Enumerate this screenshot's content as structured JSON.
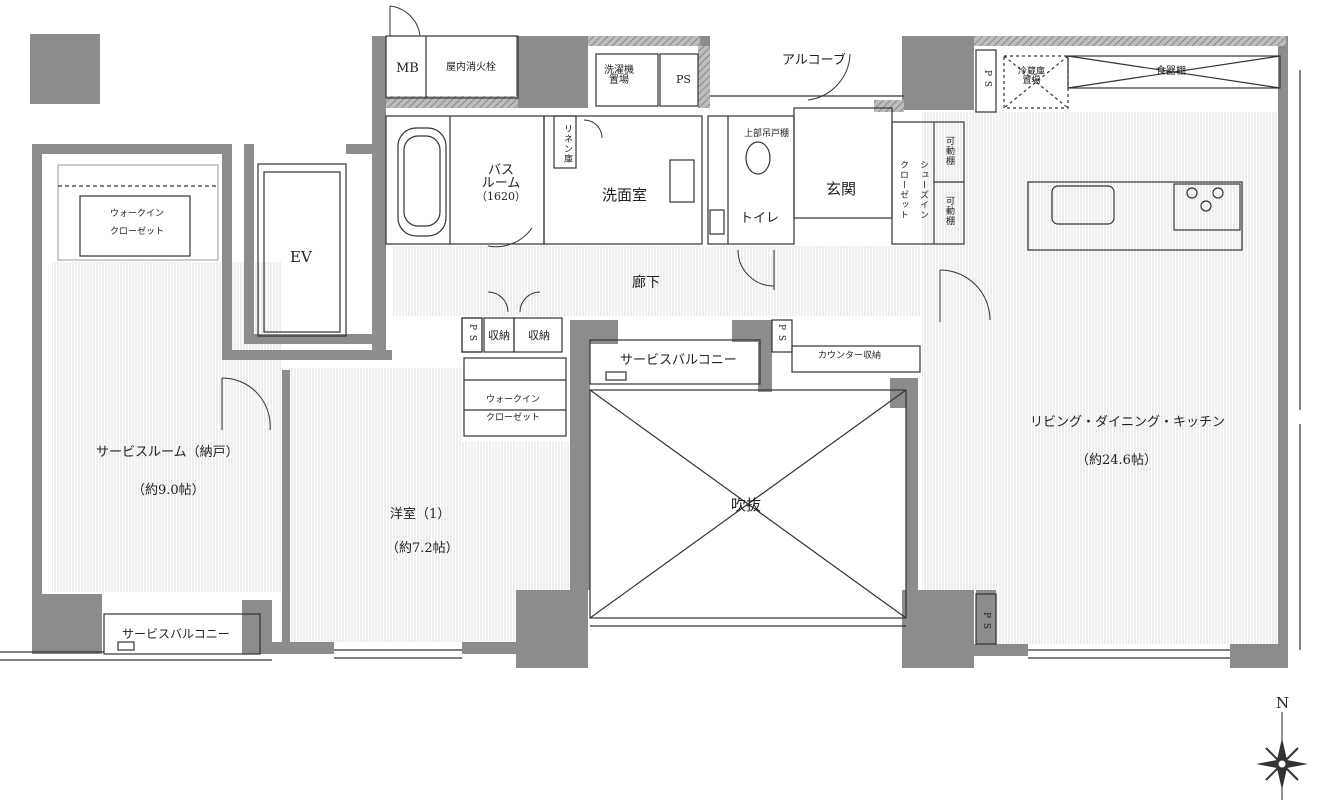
{
  "rooms": {
    "service_room": {
      "name": "サービスルーム（納戸）",
      "size": "（約9.0帖）"
    },
    "western_room": {
      "name": "洋室（1）",
      "size": "（約7.2帖）"
    },
    "ldk": {
      "name": "リビング・ダイニング・キッチン",
      "size": "（約24.6帖）"
    },
    "void": "吹抜",
    "corridor": "廊下",
    "entrance": "玄関",
    "toilet": "トイレ",
    "washroom": "洗面室",
    "bathroom": {
      "line1": "バス",
      "line2": "ルーム",
      "line3": "（1620）"
    },
    "alcove": "アルコーブ",
    "ev": "EV",
    "mb": "MB",
    "hydrant": "屋内消火栓",
    "washer": {
      "line1": "洗濯機",
      "line2": "置場"
    },
    "linen": "リネン庫",
    "upper_cabinet": "上部吊戸棚",
    "shoe_closet": "シューズイン",
    "shoe_closet2": "クローゼット",
    "shelf1": "可動棚",
    "shelf2": "可動棚",
    "fridge": {
      "line1": "冷蔵庫",
      "line2": "置場"
    },
    "cupboard": "食器棚",
    "counter": "カウンター収納",
    "storage1": "収納",
    "storage2": "収納",
    "walkin1": {
      "line1": "ウォークイン",
      "line2": "クローゼット"
    },
    "walkin2": {
      "line1": "ウォークイン",
      "line2": "クローゼット"
    },
    "balcony_left": "サービスバルコニー",
    "balcony_center": "サービスバルコニー",
    "ps_labels": [
      "PS",
      "P S",
      "P S",
      "P S",
      "P S"
    ]
  },
  "compass": {
    "north_label": "N"
  },
  "colors": {
    "wall": "#8c8c8c",
    "hatch": "#a8a8a8",
    "line": "#333333",
    "floor_line": "#d8d8d8"
  }
}
